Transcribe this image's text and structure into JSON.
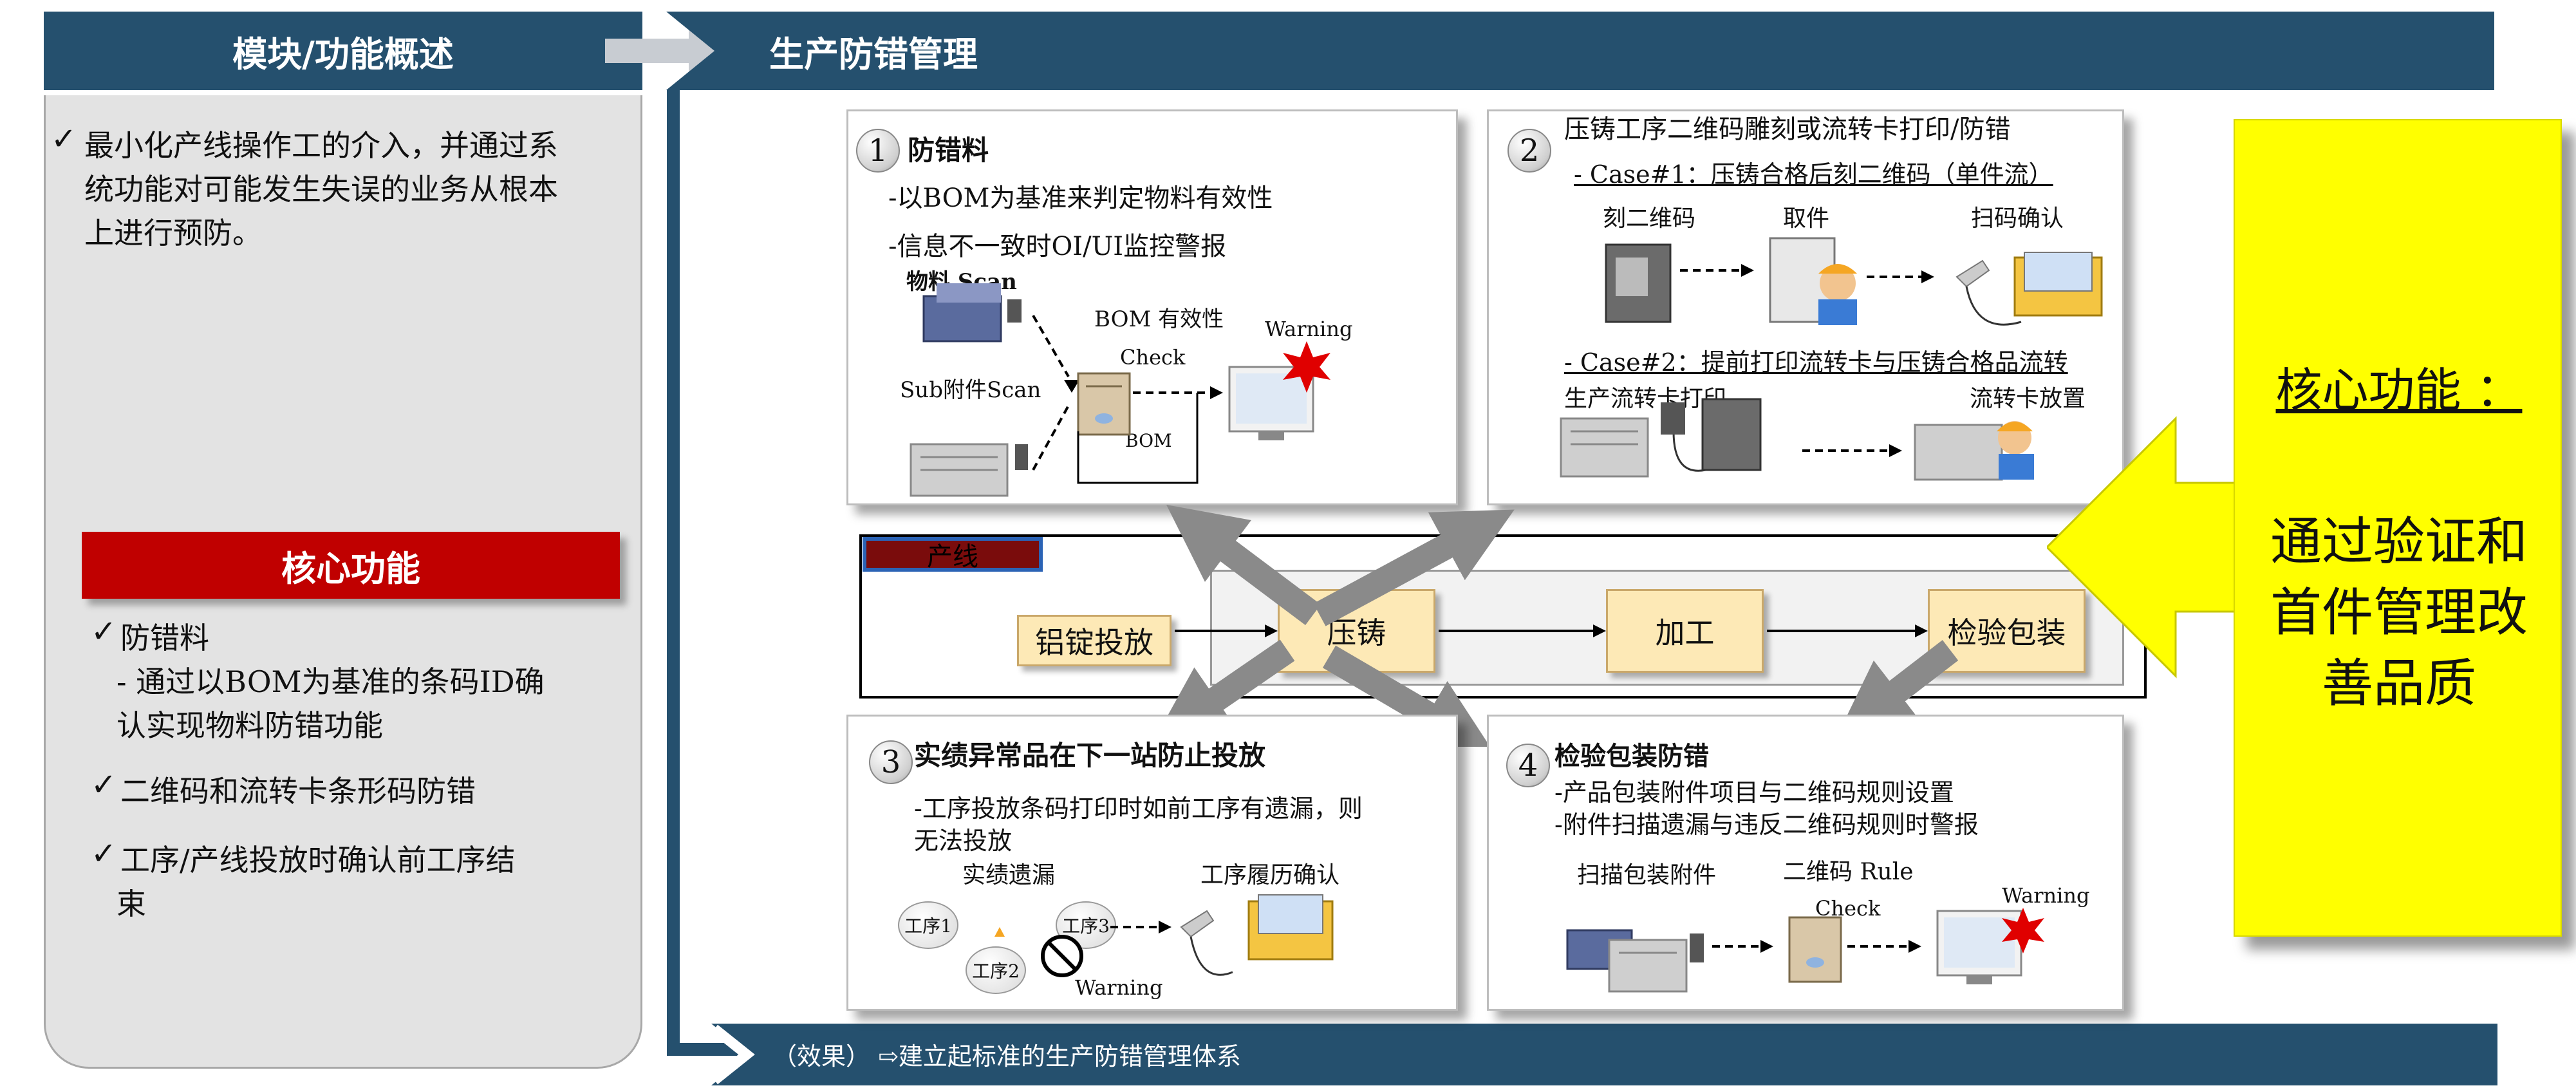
{
  "left_panel": {
    "header": "模块/功能概述",
    "intro_check": "✓",
    "intro": [
      "最小化产线操作工的介入，并通过系",
      "统功能对可能发生失误的业务从根本",
      "上进行预防。"
    ],
    "core_title": "核心功能",
    "bullets": [
      {
        "check": "✓",
        "lines": [
          "防错料",
          "- 通过以BOM为基准的条码ID确",
          "认实现物料防错功能"
        ]
      },
      {
        "check": "✓",
        "lines": [
          "二维码和流转卡条形码防错"
        ]
      },
      {
        "check": "✓",
        "lines": [
          "工序/产线投放时确认前工序结",
          "束"
        ]
      }
    ]
  },
  "main_header": "生产防错管理",
  "panel1": {
    "num": "1",
    "title": "防错料",
    "line1": "-以BOM为基准来判定物料有效性",
    "line2": "-信息不一致时OI/UI监控警报",
    "material_scan": "物料 Scan",
    "bom_valid": "BOM 有效性",
    "check": "Check",
    "warning": "Warning",
    "sub_scan": "Sub附件Scan",
    "bom": "BOM"
  },
  "panel2": {
    "num": "2",
    "title": "压铸工序二维码雕刻或流转卡打印/防错",
    "case1": "- Case#1：压铸合格后刻二维码（单件流）",
    "steps1": [
      "刻二维码",
      "取件",
      "扫码确认"
    ],
    "case2": "- Case#2：提前打印流转卡与压铸合格品流转",
    "steps2": [
      "生产流转卡打印",
      "流转卡放置"
    ]
  },
  "line": {
    "label": "产线",
    "boxes": [
      "铝锭投放",
      "压铸",
      "加工",
      "检验包装"
    ]
  },
  "panel3": {
    "num": "3",
    "title": "实绩异常品在下一站防止投放",
    "line1": "-工序投放条码打印时如前工序有遗漏，则",
    "line2": "无法投放",
    "missing": "实绩遗漏",
    "history": "工序履历确认",
    "bubbles": [
      "工序1",
      "工序2",
      "工序3"
    ],
    "warning": "Warning"
  },
  "panel4": {
    "num": "4",
    "title": "检验包装防错",
    "line1": "-产品包装附件项目与二维码规则设置",
    "line2": "-附件扫描遗漏与违反二维码规则时警报",
    "scan": "扫描包装附件",
    "rule": "二维码 Rule",
    "check": "Check",
    "warning": "Warning"
  },
  "core": {
    "title": "核心功能 ：",
    "body": [
      "通过验证和",
      "首件管理改",
      "善品质"
    ]
  },
  "footer": "（效果） ⇨建立起标准的生产防错管理体系",
  "colors": {
    "navy": "#25506e",
    "red": "#c00000",
    "yellow": "#ffff00",
    "box": "#fde9b6"
  }
}
